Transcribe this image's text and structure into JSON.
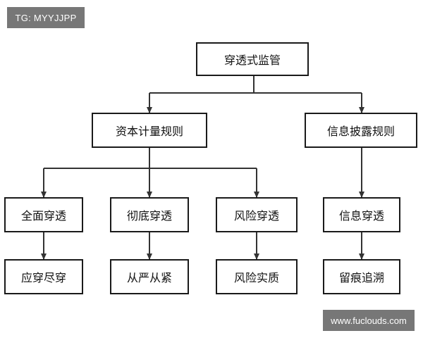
{
  "watermarks": {
    "top_left": "TG: MYYJJPP",
    "bottom_right": "www.fuclouds.com"
  },
  "colors": {
    "box_border": "#1a1a1a",
    "connector": "#333333",
    "watermark_bg": "#777777",
    "watermark_text": "#ffffff"
  },
  "diagram": {
    "root": "穿透式监管",
    "level2": {
      "capital": "资本计量规则",
      "disclosure": "信息披露规则"
    },
    "level3": {
      "full": "全面穿透",
      "thorough": "彻底穿透",
      "risk": "风险穿透",
      "info": "信息穿透"
    },
    "level4": {
      "full": "应穿尽穿",
      "thorough": "从严从紧",
      "risk": "风险实质",
      "info": "留痕追溯"
    }
  }
}
